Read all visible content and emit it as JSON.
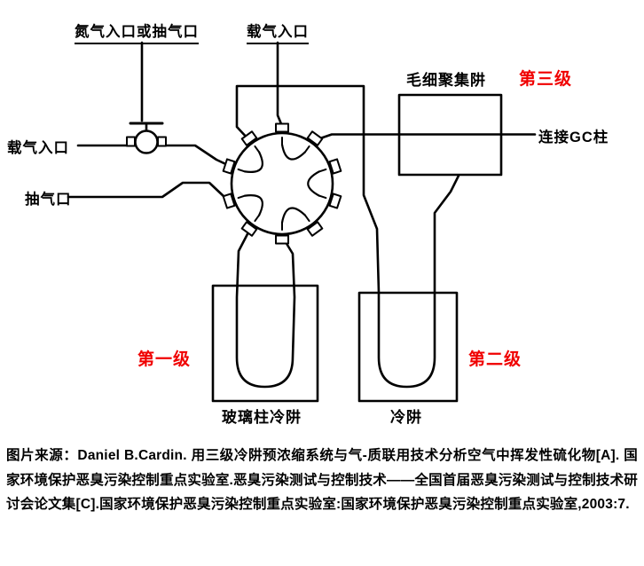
{
  "diagram": {
    "labels": {
      "n2_inlet": "氮气入口或抽气口",
      "carrier_top": "载气入口",
      "carrier_left": "载气入口",
      "pump_port": "抽气口",
      "capillary_trap": "毛细聚集阱",
      "stage3": "第三级",
      "gc_column": "连接GC柱",
      "stage1": "第一级",
      "stage2": "第二级",
      "glass_trap": "玻璃柱冷阱",
      "cold_trap": "冷阱"
    },
    "colors": {
      "stage_label": "#f00000",
      "line": "#000000",
      "background": "#ffffff"
    }
  },
  "caption": {
    "text": "图片来源：Daniel B.Cardin. 用三级冷阱预浓缩系统与气-质联用技术分析空气中挥发性硫化物[A]. 国家环境保护恶臭污染控制重点实验室.恶臭污染测试与控制技术——全国首届恶臭污染测试与控制技术研讨会论文集[C].国家环境保护恶臭污染控制重点实验室:国家环境保护恶臭污染控制重点实验室,2003:7."
  }
}
